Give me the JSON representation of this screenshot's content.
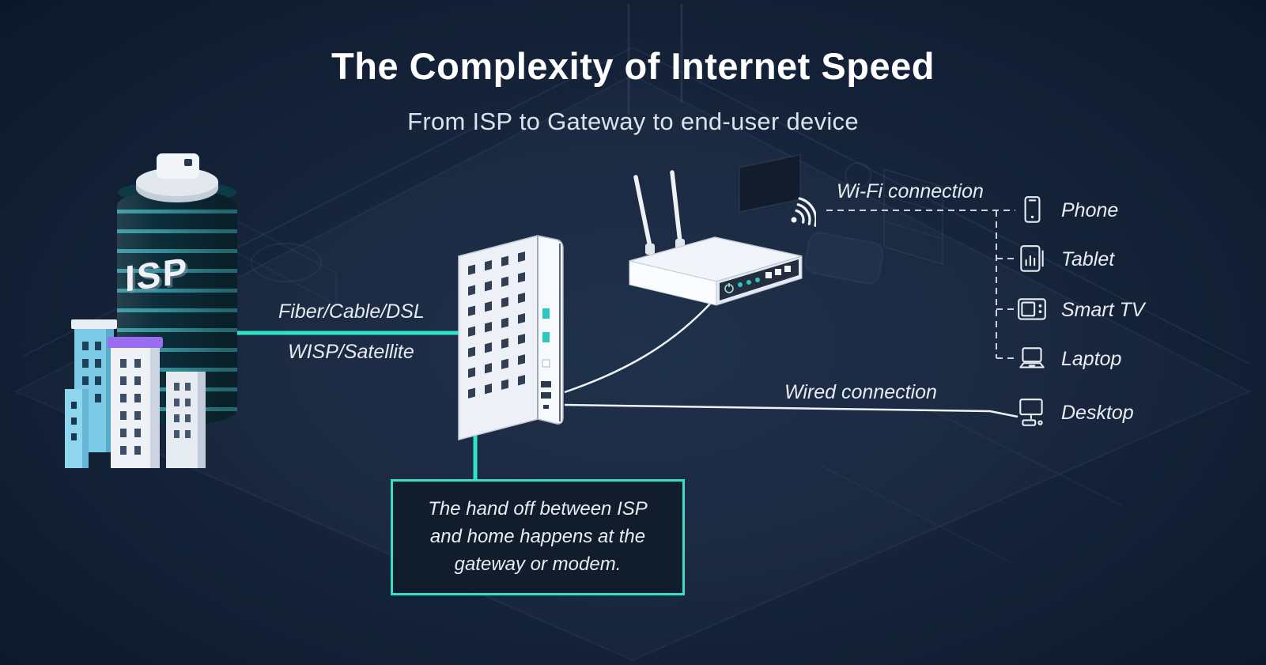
{
  "header": {
    "title": "The Complexity of Internet Speed",
    "subtitle": "From ISP to Gateway to end-user device"
  },
  "isp": {
    "label": "ISP"
  },
  "connections": {
    "fiber_label": "Fiber/Cable/DSL",
    "satellite_label": "WISP/Satellite",
    "wifi_label": "Wi-Fi connection",
    "wired_label": "Wired connection"
  },
  "devices": [
    {
      "label": "Phone",
      "icon": "phone-icon",
      "connection": "wifi"
    },
    {
      "label": "Tablet",
      "icon": "tablet-icon",
      "connection": "wifi"
    },
    {
      "label": "Smart TV",
      "icon": "smart-tv-icon",
      "connection": "wifi"
    },
    {
      "label": "Laptop",
      "icon": "laptop-icon",
      "connection": "wifi"
    },
    {
      "label": "Desktop",
      "icon": "desktop-icon",
      "connection": "wired"
    }
  ],
  "callout": {
    "text": "The hand off between ISP and home happens at the gateway or modem."
  },
  "colors": {
    "accent_teal": "#2fe3c9",
    "background_navy": "#101c30",
    "text_primary": "#ffffff",
    "purple_accent": "#9a6cf0",
    "building_blue": "#7ccae6"
  }
}
